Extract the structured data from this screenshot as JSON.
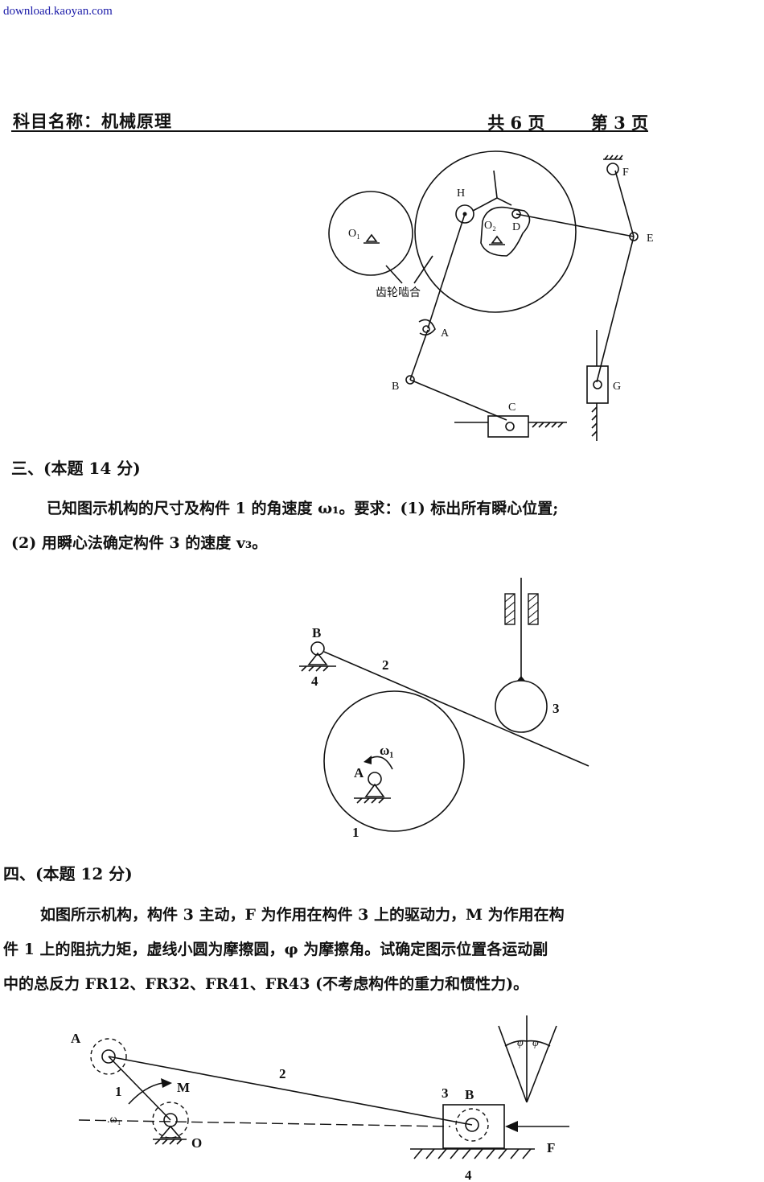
{
  "watermark": "download.kaoyan.com",
  "header": {
    "subject": "科目名称：机械原理",
    "total_pages": "共 6 页",
    "page_number": "第 3 页"
  },
  "figure1": {
    "labels": {
      "O1": "O₁",
      "O2": "O₂",
      "H": "H",
      "D": "D",
      "F": "F",
      "E": "E",
      "A": "A",
      "B": "B",
      "C": "C",
      "G": "G"
    },
    "annotation": "齿轮啮合"
  },
  "section3": {
    "title": "三、(本题 14 分)",
    "line1": "已知图示机构的尺寸及构件 1 的角速度 ω₁。要求：(1) 标出所有瞬心位置;",
    "line2": "(2) 用瞬心法确定构件 3 的速度 v₃。",
    "figure": {
      "B": "B",
      "n4": "4",
      "n2": "2",
      "n3": "3",
      "omega": "ω₁",
      "A": "A",
      "n1": "1"
    }
  },
  "section4": {
    "title": "四、(本题 12 分)",
    "line1": "如图所示机构，构件 3 主动，F 为作用在构件 3 上的驱动力，M 为作用在构",
    "line2": "件 1 上的阻抗力矩，虚线小圆为摩擦圆，φ 为摩擦角。试确定图示位置各运动副",
    "line3": "中的总反力 FR12、FR32、FR41、FR43 (不考虑构件的重力和惯性力)。",
    "figure": {
      "A": "A",
      "n2": "2",
      "n1": "1",
      "M": "M",
      "omega": ".ω₁",
      "O": "O",
      "n3": "3",
      "B": "B",
      "F": "F",
      "n4": "4",
      "phi1": "φ",
      "phi2": "φ"
    }
  }
}
